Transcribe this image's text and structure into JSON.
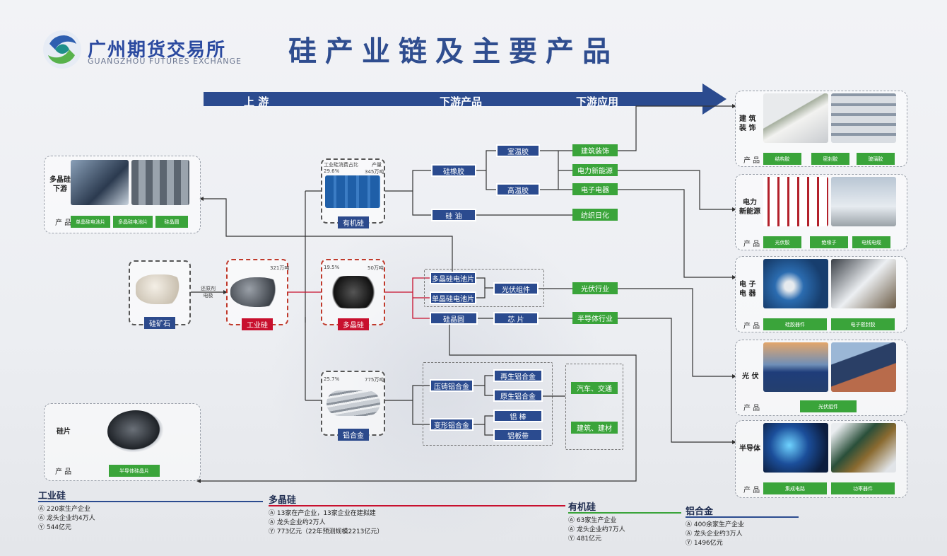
{
  "header": {
    "brand_cn": "广州期货交易所",
    "brand_en": "GUANGZHOU FUTURES EXCHANGE",
    "title": "硅产业链及主要产品"
  },
  "flow": {
    "upstream": "上 游",
    "downstream_products": "下游产品",
    "downstream_applications": "下游应用"
  },
  "upstream": {
    "silica_ore": "硅矿石",
    "process_label": "还原剂\n电极",
    "industrial_silicon": "工业硅",
    "industrial_silicon_capacity": "321万吨"
  },
  "poly_downstream": {
    "label": "多晶硅\n下游",
    "product_label": "产 品",
    "products": [
      "单晶硅电池片",
      "多晶硅电池片",
      "硅晶圆"
    ]
  },
  "wafer_panel": {
    "label": "硅片",
    "product_label": "产 品",
    "products": [
      "半导体硅晶片"
    ]
  },
  "mid": {
    "organic": {
      "name": "有机硅",
      "top_note": "工业硅消费占比",
      "share": "29.6%",
      "unit_note": "产量",
      "capacity": "345万吨"
    },
    "poly": {
      "name": "多晶硅",
      "share": "19.5%",
      "capacity": "50万吨"
    },
    "alloy": {
      "name": "铝合金",
      "share": "25.7%",
      "capacity": "775万吨"
    }
  },
  "downstream": {
    "silicone_rubber": "硅橡胶",
    "silicone_oil": "硅 油",
    "rtv": "室温胶",
    "htv": "高温胶",
    "mono_cell": "多晶硅电池片",
    "poly_cell": "单晶硅电池片",
    "pv_module": "光伏组件",
    "wafer": "硅晶圆",
    "chip": "芯 片",
    "die_cast": "压铸铝合金",
    "wrought": "变形铝合金",
    "recycled_alloy": "再生铝合金",
    "primary_alloy": "原生铝合金",
    "al_rod": "铝 棒",
    "al_sheet": "铝板带"
  },
  "applications": {
    "construction": "建筑装饰",
    "power": "电力新能源",
    "electronics": "电子电器",
    "textile": "纺织日化",
    "pv_industry": "光伏行业",
    "semi_industry": "半导体行业",
    "auto": "汽车、交通",
    "building": "建筑、建材"
  },
  "right_panels": [
    {
      "label": "建 筑\n装 饰",
      "product_label": "产 品",
      "products": [
        "结构胶",
        "密封胶",
        "玻璃胶"
      ]
    },
    {
      "label": "电力\n新能源",
      "product_label": "产 品",
      "products": [
        "光伏胶",
        "绝缘子",
        "电线电缆"
      ]
    },
    {
      "label": "电 子\n电 器",
      "product_label": "产 品",
      "products": [
        "硅胶器件",
        "电子密封胶"
      ]
    },
    {
      "label": "光 伏",
      "product_label": "产 品",
      "products": [
        "光伏组件"
      ]
    },
    {
      "label": "半导体",
      "product_label": "产 品",
      "products": [
        "集成电路",
        "功率器件"
      ]
    }
  ],
  "stats": [
    {
      "title": "工业硅",
      "lines": [
        "220家生产企业",
        "龙头企业约4万人",
        "544亿元"
      ],
      "color": "#2b4b8f"
    },
    {
      "title": "多晶硅",
      "lines": [
        "13家在产企业，13家企业在建拟建",
        "龙头企业约2万人",
        "773亿元（22年预测规模2213亿元）"
      ],
      "color": "#c8102e"
    },
    {
      "title": "有机硅",
      "lines": [
        "63家生产企业",
        "龙头企业约7万人",
        "481亿元"
      ],
      "color": "#3aa43a"
    },
    {
      "title": "铝合金",
      "lines": [
        "400余家生产企业",
        "龙头企业约3万人",
        "1496亿元"
      ],
      "color": "#2b4b8f"
    }
  ],
  "colors": {
    "navy": "#2b4b8f",
    "green": "#3aa43a",
    "red": "#c8102e"
  }
}
